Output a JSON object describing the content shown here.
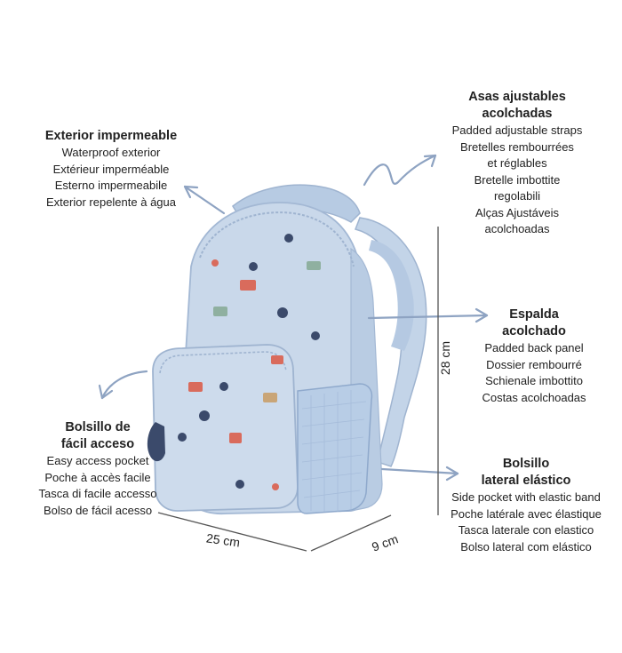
{
  "callouts": {
    "exterior": {
      "title": "Exterior impermeable",
      "lines": [
        "Waterproof exterior",
        "Extérieur imperméable",
        "Esterno impermeabile",
        "Exterior repelente à água"
      ]
    },
    "straps": {
      "title_lines": [
        "Asas ajustables",
        "acolchadas"
      ],
      "lines": [
        "Padded adjustable straps",
        "Bretelles rembourrées",
        "et réglables",
        "Bretelle imbottite",
        "regolabili",
        "Alças Ajustáveis",
        "acolchoadas"
      ]
    },
    "back": {
      "title_lines": [
        "Espalda",
        "acolchado"
      ],
      "lines": [
        "Padded back panel",
        "Dossier rembourré",
        "Schienale imbottito",
        "Costas acolchoadas"
      ]
    },
    "pocket": {
      "title_lines": [
        "Bolsillo de",
        "fácil acceso"
      ],
      "lines": [
        "Easy access pocket",
        "Poche à accès facile",
        "Tasca di facile accesso",
        "Bolso de fácil acesso"
      ]
    },
    "side": {
      "title_lines": [
        "Bolsillo",
        "lateral elástico"
      ],
      "lines": [
        "Side pocket with elastic band",
        "Poche latérale avec élastique",
        "Tasca laterale con elastico",
        "Bolso lateral com elástico"
      ]
    }
  },
  "dimensions": {
    "width": "25 cm",
    "depth": "9 cm",
    "height": "28 cm"
  },
  "colors": {
    "bag": "#c9d8ea",
    "bag_dark": "#a9bfd9",
    "arrow": "#8ea3c2",
    "text": "#222222"
  },
  "icons": [
    "backpack-illustration",
    "arrow-icon"
  ]
}
